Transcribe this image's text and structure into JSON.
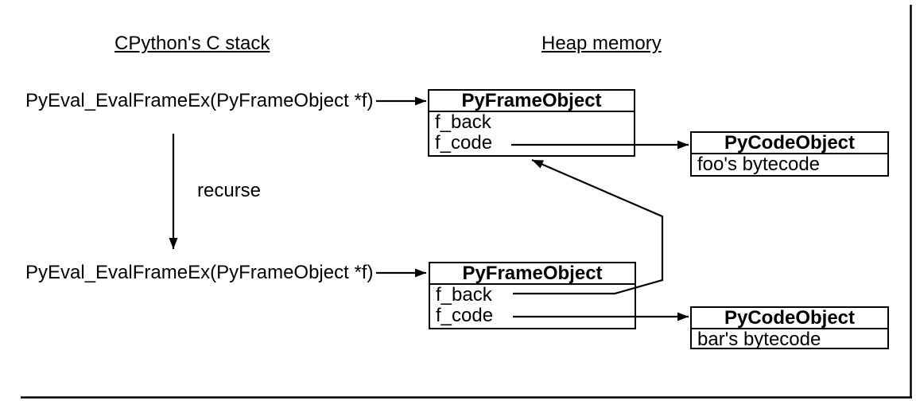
{
  "columns": {
    "left_title": "CPython's C stack",
    "right_title": "Heap memory"
  },
  "stack": {
    "frame_call_1": "PyEval_EvalFrameEx(PyFrameObject *f)",
    "frame_call_2": "PyEval_EvalFrameEx(PyFrameObject *f)",
    "recurse_label": "recurse"
  },
  "heap": {
    "frame_object_1": {
      "title": "PyFrameObject",
      "field_1": "f_back",
      "field_2": "f_code"
    },
    "frame_object_2": {
      "title": "PyFrameObject",
      "field_1": "f_back",
      "field_2": "f_code"
    },
    "code_object_1": {
      "title": "PyCodeObject",
      "body": "foo's bytecode"
    },
    "code_object_2": {
      "title": "PyCodeObject",
      "body": "bar's bytecode"
    }
  },
  "colors": {
    "ink": "#000000",
    "background": "#ffffff"
  }
}
